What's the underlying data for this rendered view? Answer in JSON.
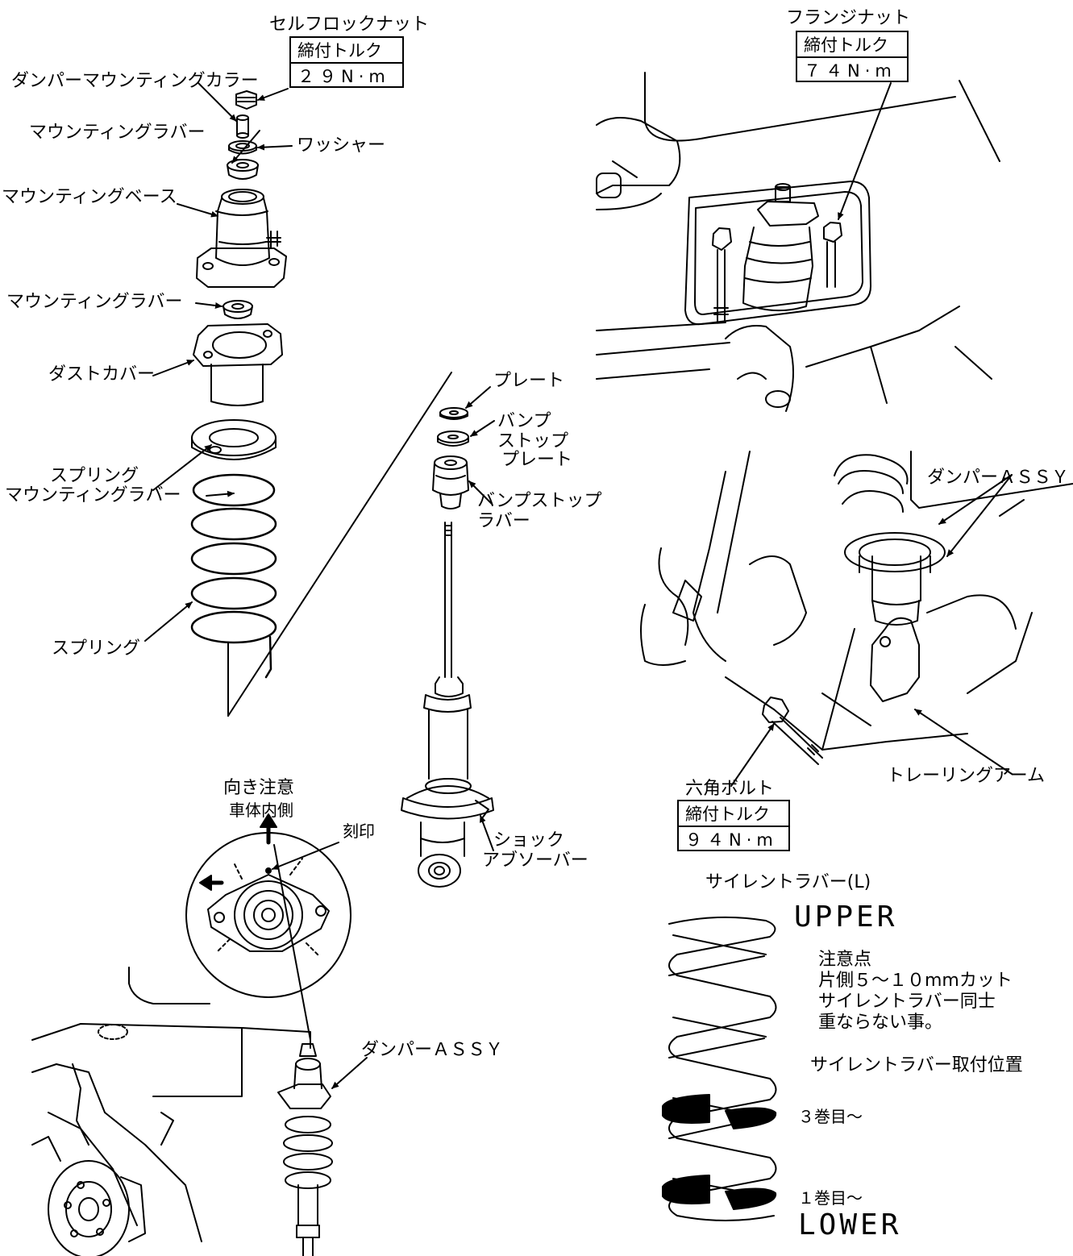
{
  "labels": {
    "self_lock_nut": "セルフロックナット",
    "damper_mounting_collar": "ダンパーマウンティングカラー",
    "mounting_rubber_upper": "マウンティングラバー",
    "washer": "ワッシャー",
    "mounting_base": "マウンティングベース",
    "mounting_rubber_lower": "マウンティングラバー",
    "dust_cover": "ダストカバー",
    "spring_mounting_rubber_line1": "スプリング",
    "spring_mounting_rubber_line2": "マウンティングラバー",
    "spring": "スプリング",
    "plate": "プレート",
    "bump_stop_plate_line1": "バンプ",
    "bump_stop_plate_line2": "ストップ",
    "bump_stop_plate_line3": "プレート",
    "bump_stop_rubber_line1": "バンプストップ",
    "bump_stop_rubber_line2": "ラバー",
    "shock_absorber_line1": "ショック",
    "shock_absorber_line2": "アブソーバー",
    "flange_nut": "フランジナット",
    "damper_assy_right": "ダンパーＡＳＳＹ",
    "trailing_arm": "トレーリングアーム",
    "hex_bolt": "六角ボルト",
    "direction_caution": "向き注意",
    "body_inner_side": "車体内側",
    "marking": "刻印",
    "damper_assy_bottom": "ダンパーＡＳＳＹ",
    "silent_rubber": "サイレントラバー(L)",
    "upper": "UPPER",
    "lower": "LOWER",
    "note_title": "注意点",
    "note_line1": "片側５～１０mmカット",
    "note_line2": "サイレントラバー同士",
    "note_line3": "重ならない事。",
    "silent_rubber_position": "サイレントラバー取付位置",
    "third_coil": "３巻目～",
    "first_coil": "１巻目～"
  },
  "torque_boxes": {
    "self_lock_nut": {
      "heading": "締付トルク",
      "value": "２９N·m"
    },
    "flange_nut": {
      "heading": "締付トルク",
      "value": "７４N·m"
    },
    "hex_bolt": {
      "heading": "締付トルク",
      "value": "９４N·m"
    }
  },
  "colors": {
    "ink": "#000000",
    "paper": "#ffffff"
  }
}
